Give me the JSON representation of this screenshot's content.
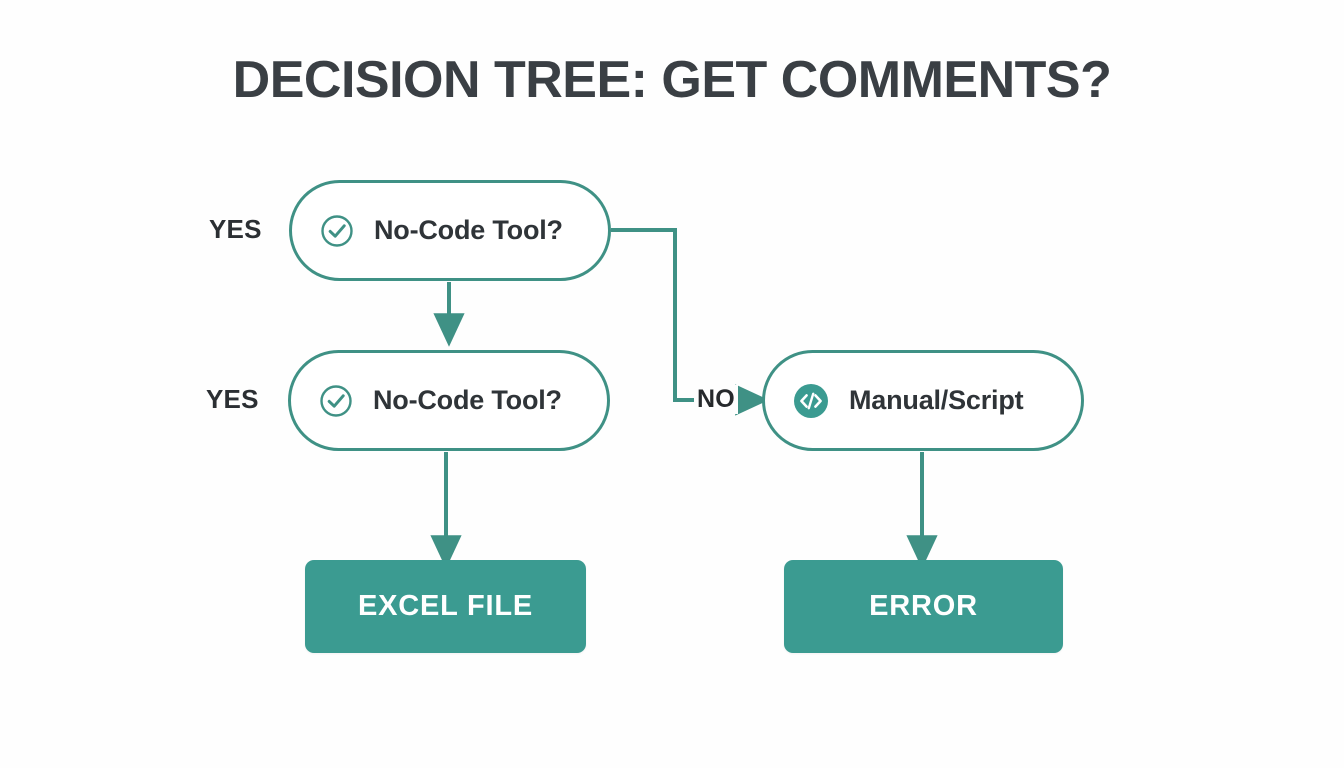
{
  "diagram": {
    "title": "DECISION TREE: GET COMMENTS?",
    "background_color": "#fefefe",
    "accent_color": "#3f9185",
    "terminal_fill_color": "#3b9b91",
    "text_color": "#2f3438"
  },
  "nodes": {
    "decision1": {
      "label": "No-Code Tool?",
      "icon": "check-circle-icon",
      "branch_label": "YES"
    },
    "decision2": {
      "label": "No-Code Tool?",
      "icon": "check-circle-icon",
      "branch_label": "YES"
    },
    "manual": {
      "label": "Manual/Script",
      "icon": "code-brackets-icon",
      "branch_label": "NO"
    },
    "excel": {
      "label": "EXCEL FILE"
    },
    "error": {
      "label": "ERROR"
    }
  }
}
